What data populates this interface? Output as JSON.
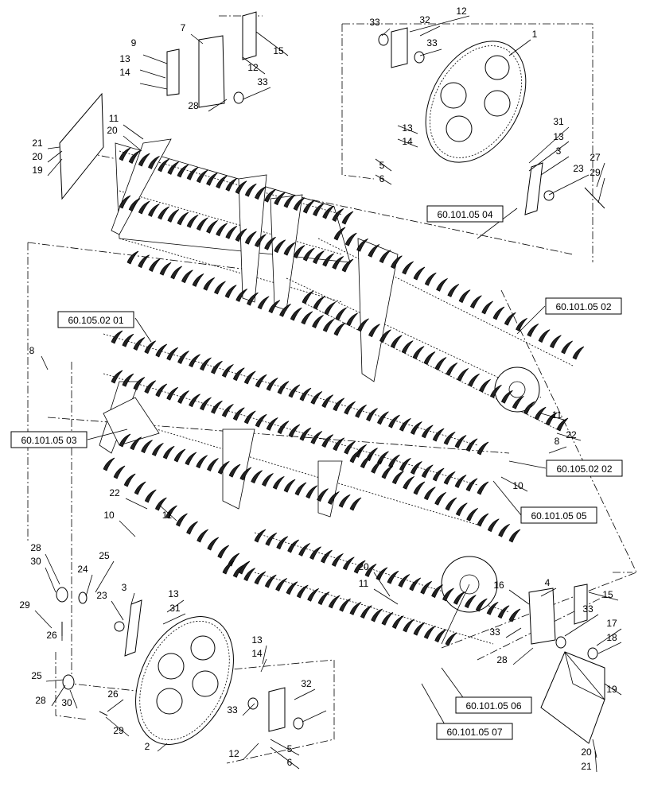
{
  "callouts": [
    {
      "id": "c1",
      "label": "1"
    },
    {
      "id": "c2",
      "label": "2"
    },
    {
      "id": "c3a",
      "label": "3"
    },
    {
      "id": "c3b",
      "label": "3"
    },
    {
      "id": "c4",
      "label": "4"
    },
    {
      "id": "c5a",
      "label": "5"
    },
    {
      "id": "c5b",
      "label": "5"
    },
    {
      "id": "c6a",
      "label": "6"
    },
    {
      "id": "c6b",
      "label": "6"
    },
    {
      "id": "c7",
      "label": "7"
    },
    {
      "id": "c8a",
      "label": "8"
    },
    {
      "id": "c8b",
      "label": "8"
    },
    {
      "id": "c9",
      "label": "9"
    },
    {
      "id": "c10a",
      "label": "10"
    },
    {
      "id": "c10b",
      "label": "10"
    },
    {
      "id": "c11a",
      "label": "11"
    },
    {
      "id": "c11b",
      "label": "11"
    },
    {
      "id": "c11c",
      "label": "11"
    },
    {
      "id": "c11d",
      "label": "11"
    },
    {
      "id": "c12a",
      "label": "12"
    },
    {
      "id": "c12b",
      "label": "12"
    },
    {
      "id": "c12c",
      "label": "12"
    },
    {
      "id": "c13a",
      "label": "13"
    },
    {
      "id": "c13b",
      "label": "13"
    },
    {
      "id": "c13c",
      "label": "13"
    },
    {
      "id": "c13d",
      "label": "13"
    },
    {
      "id": "c13e",
      "label": "13"
    },
    {
      "id": "c14a",
      "label": "14"
    },
    {
      "id": "c14b",
      "label": "14"
    },
    {
      "id": "c14c",
      "label": "14"
    },
    {
      "id": "c15a",
      "label": "15"
    },
    {
      "id": "c15b",
      "label": "15"
    },
    {
      "id": "c16",
      "label": "16"
    },
    {
      "id": "c17",
      "label": "17"
    },
    {
      "id": "c18",
      "label": "18"
    },
    {
      "id": "c19a",
      "label": "19"
    },
    {
      "id": "c19b",
      "label": "19"
    },
    {
      "id": "c20a",
      "label": "20"
    },
    {
      "id": "c20b",
      "label": "20"
    },
    {
      "id": "c20c",
      "label": "20"
    },
    {
      "id": "c20d",
      "label": "20"
    },
    {
      "id": "c21a",
      "label": "21"
    },
    {
      "id": "c21b",
      "label": "21"
    },
    {
      "id": "c22a",
      "label": "22"
    },
    {
      "id": "c22b",
      "label": "22"
    },
    {
      "id": "c23a",
      "label": "23"
    },
    {
      "id": "c23b",
      "label": "23"
    },
    {
      "id": "c24",
      "label": "24"
    },
    {
      "id": "c25a",
      "label": "25"
    },
    {
      "id": "c25b",
      "label": "25"
    },
    {
      "id": "c26a",
      "label": "26"
    },
    {
      "id": "c26b",
      "label": "26"
    },
    {
      "id": "c27",
      "label": "27"
    },
    {
      "id": "c28a",
      "label": "28"
    },
    {
      "id": "c28b",
      "label": "28"
    },
    {
      "id": "c28c",
      "label": "28"
    },
    {
      "id": "c28d",
      "label": "28"
    },
    {
      "id": "c29a",
      "label": "29"
    },
    {
      "id": "c29b",
      "label": "29"
    },
    {
      "id": "c29c",
      "label": "29"
    },
    {
      "id": "c30a",
      "label": "30"
    },
    {
      "id": "c30b",
      "label": "30"
    },
    {
      "id": "c31a",
      "label": "31"
    },
    {
      "id": "c31b",
      "label": "31"
    },
    {
      "id": "c32a",
      "label": "32"
    },
    {
      "id": "c32b",
      "label": "32"
    },
    {
      "id": "c33a",
      "label": "33"
    },
    {
      "id": "c33b",
      "label": "33"
    },
    {
      "id": "c33c",
      "label": "33"
    },
    {
      "id": "c33d",
      "label": "33"
    },
    {
      "id": "c33e",
      "label": "33"
    },
    {
      "id": "c33f",
      "label": "33"
    }
  ],
  "references": [
    {
      "id": "r1",
      "label": "60.101.05 04"
    },
    {
      "id": "r2",
      "label": "60.101.05 02"
    },
    {
      "id": "r3",
      "label": "60.105.02 01"
    },
    {
      "id": "r4",
      "label": "60.101.05 03"
    },
    {
      "id": "r5",
      "label": "60.105.02 02"
    },
    {
      "id": "r6",
      "label": "60.101.05 05"
    },
    {
      "id": "r7",
      "label": "60.101.05 06"
    },
    {
      "id": "r8",
      "label": "60.101.05 07"
    }
  ]
}
